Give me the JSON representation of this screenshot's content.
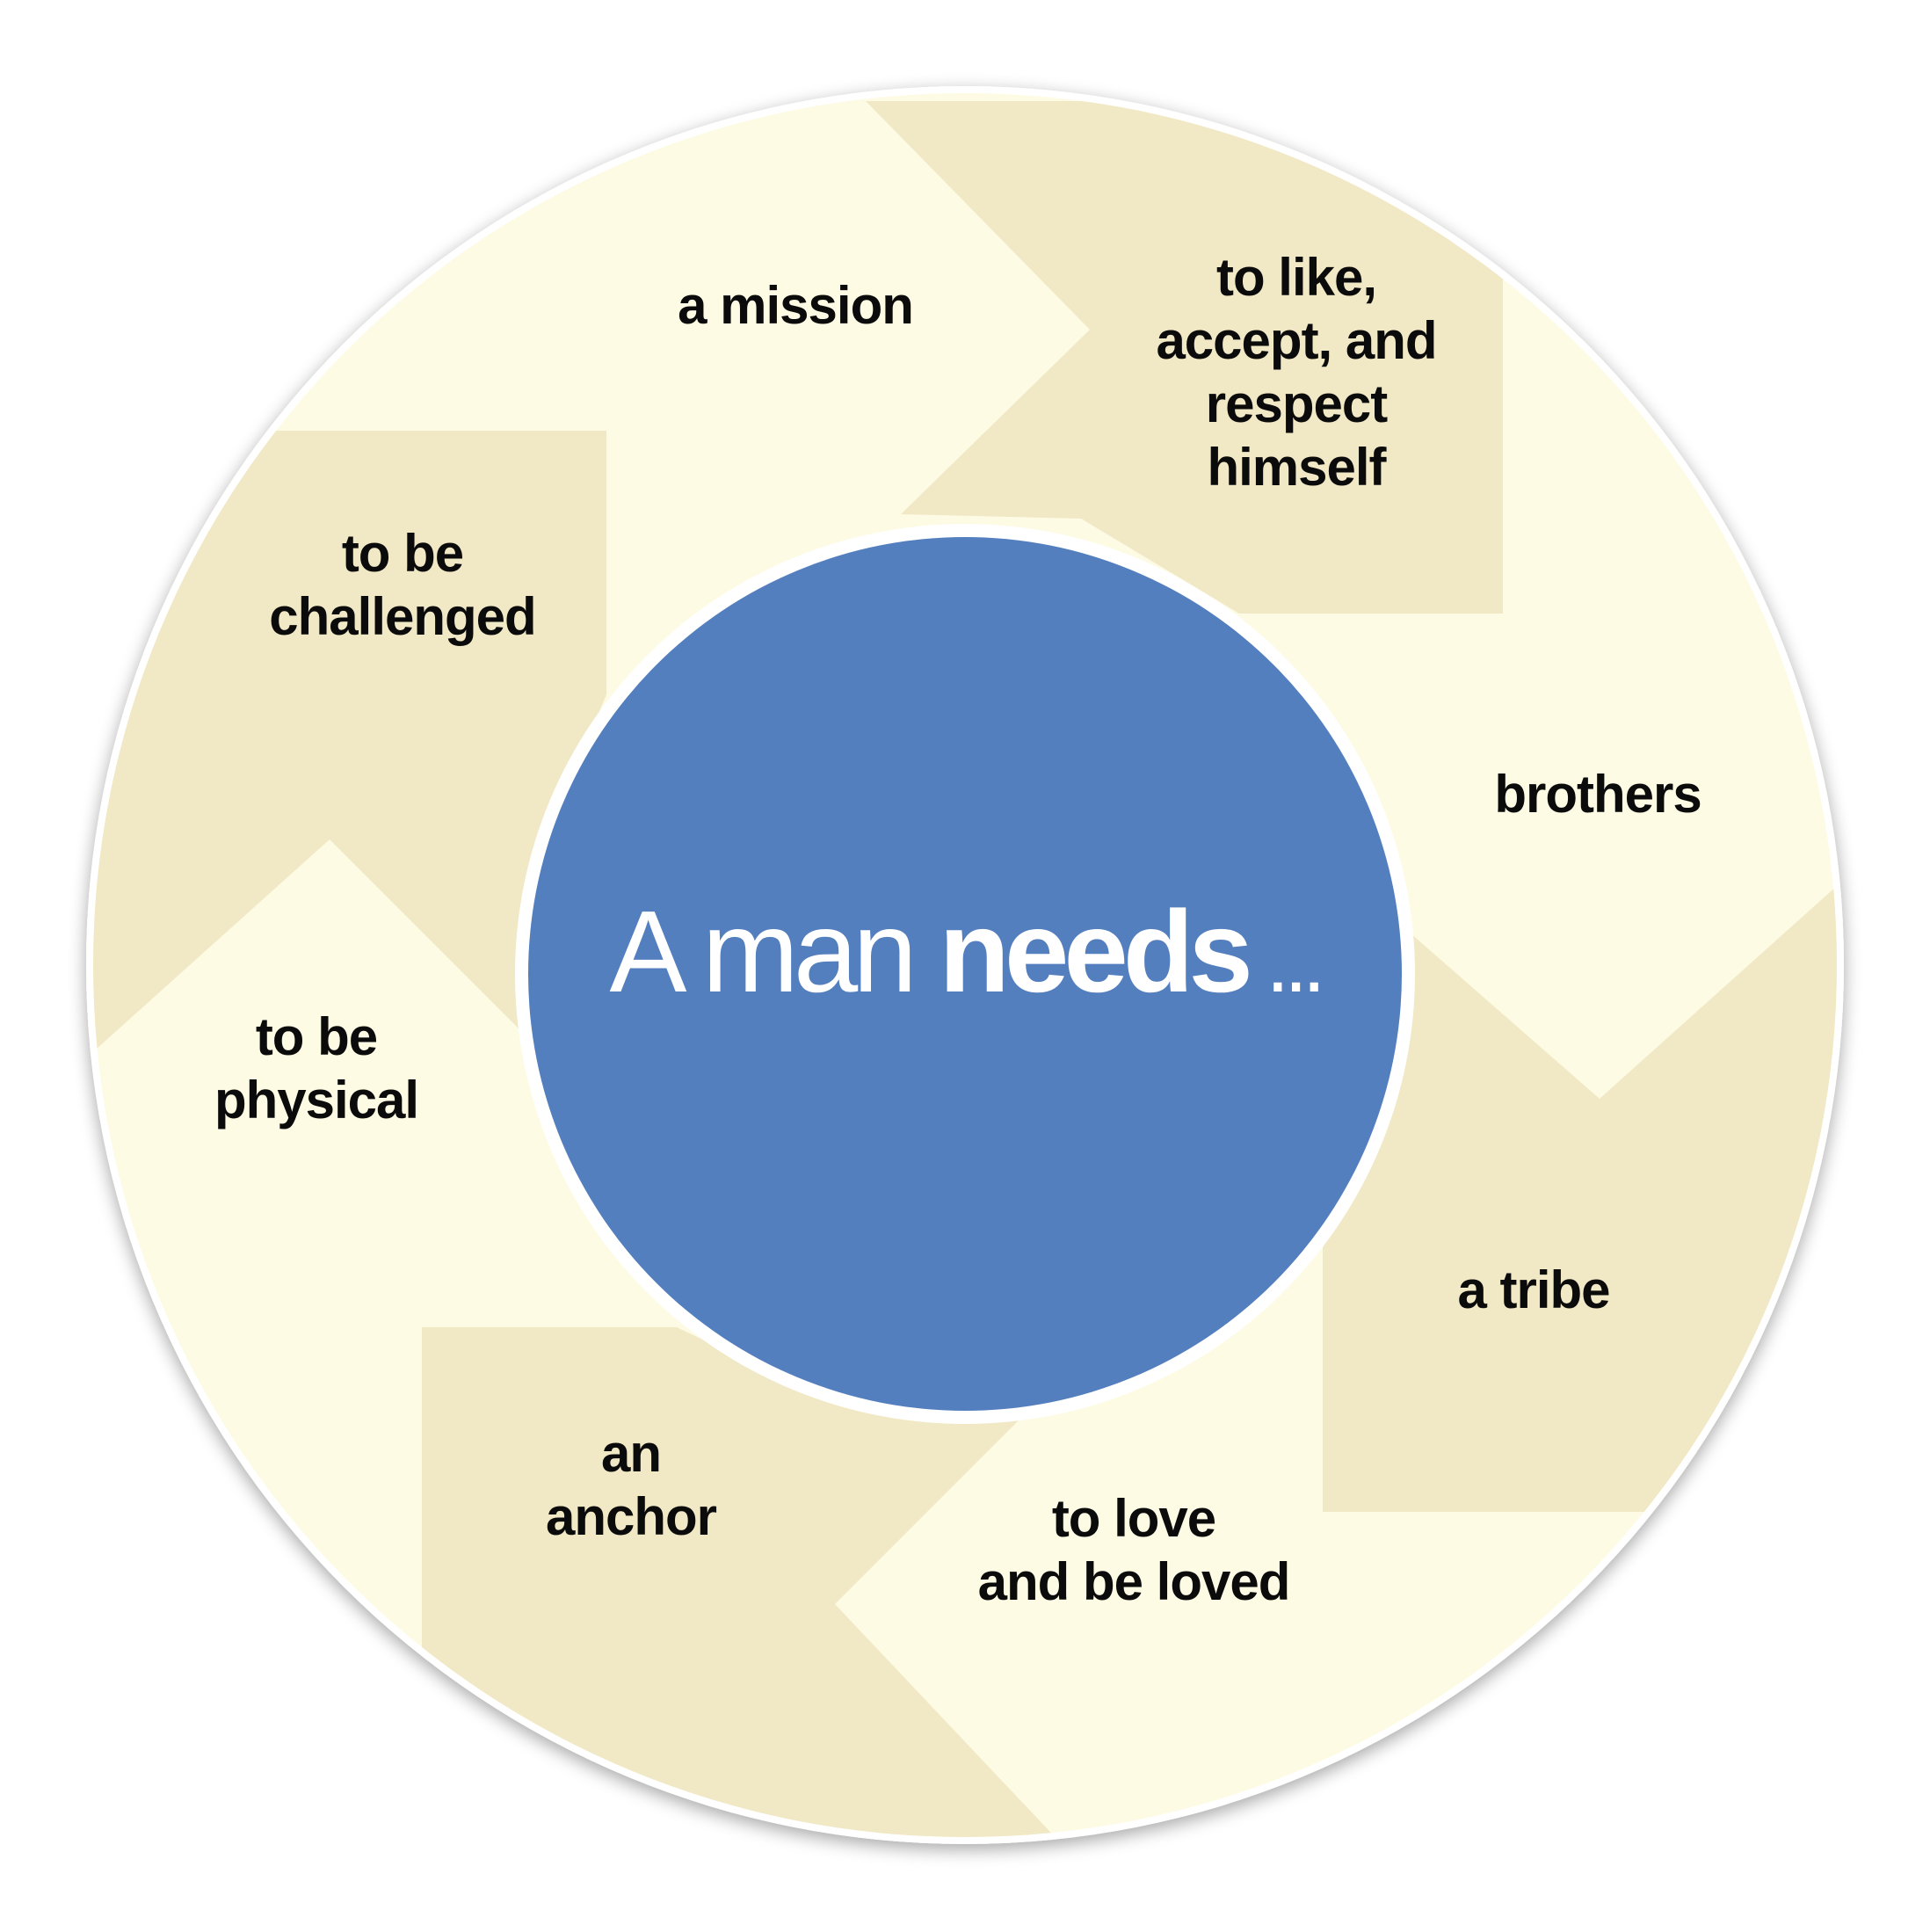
{
  "diagram": {
    "center": {
      "text_lead": "A man ",
      "text_emphasis": "needs",
      "text_trail": " ..."
    },
    "needs": [
      {
        "label_lines": [
          "a mission"
        ]
      },
      {
        "label_lines": [
          "to like,",
          "accept, and",
          "respect",
          "himself"
        ]
      },
      {
        "label_lines": [
          "brothers"
        ]
      },
      {
        "label_lines": [
          "a tribe"
        ]
      },
      {
        "label_lines": [
          "to love",
          "and be loved"
        ]
      },
      {
        "label_lines": [
          "an",
          "anchor"
        ]
      },
      {
        "label_lines": [
          "to be",
          "physical"
        ]
      },
      {
        "label_lines": [
          "to be",
          "challenged"
        ]
      }
    ]
  },
  "colors": {
    "ring_light": "#fdfbe4",
    "ring_dark": "#f1e8c6",
    "center_fill": "#547fbf",
    "outline": "#ffffff",
    "text": "#0b0b0b",
    "center_text": "#ffffff"
  }
}
